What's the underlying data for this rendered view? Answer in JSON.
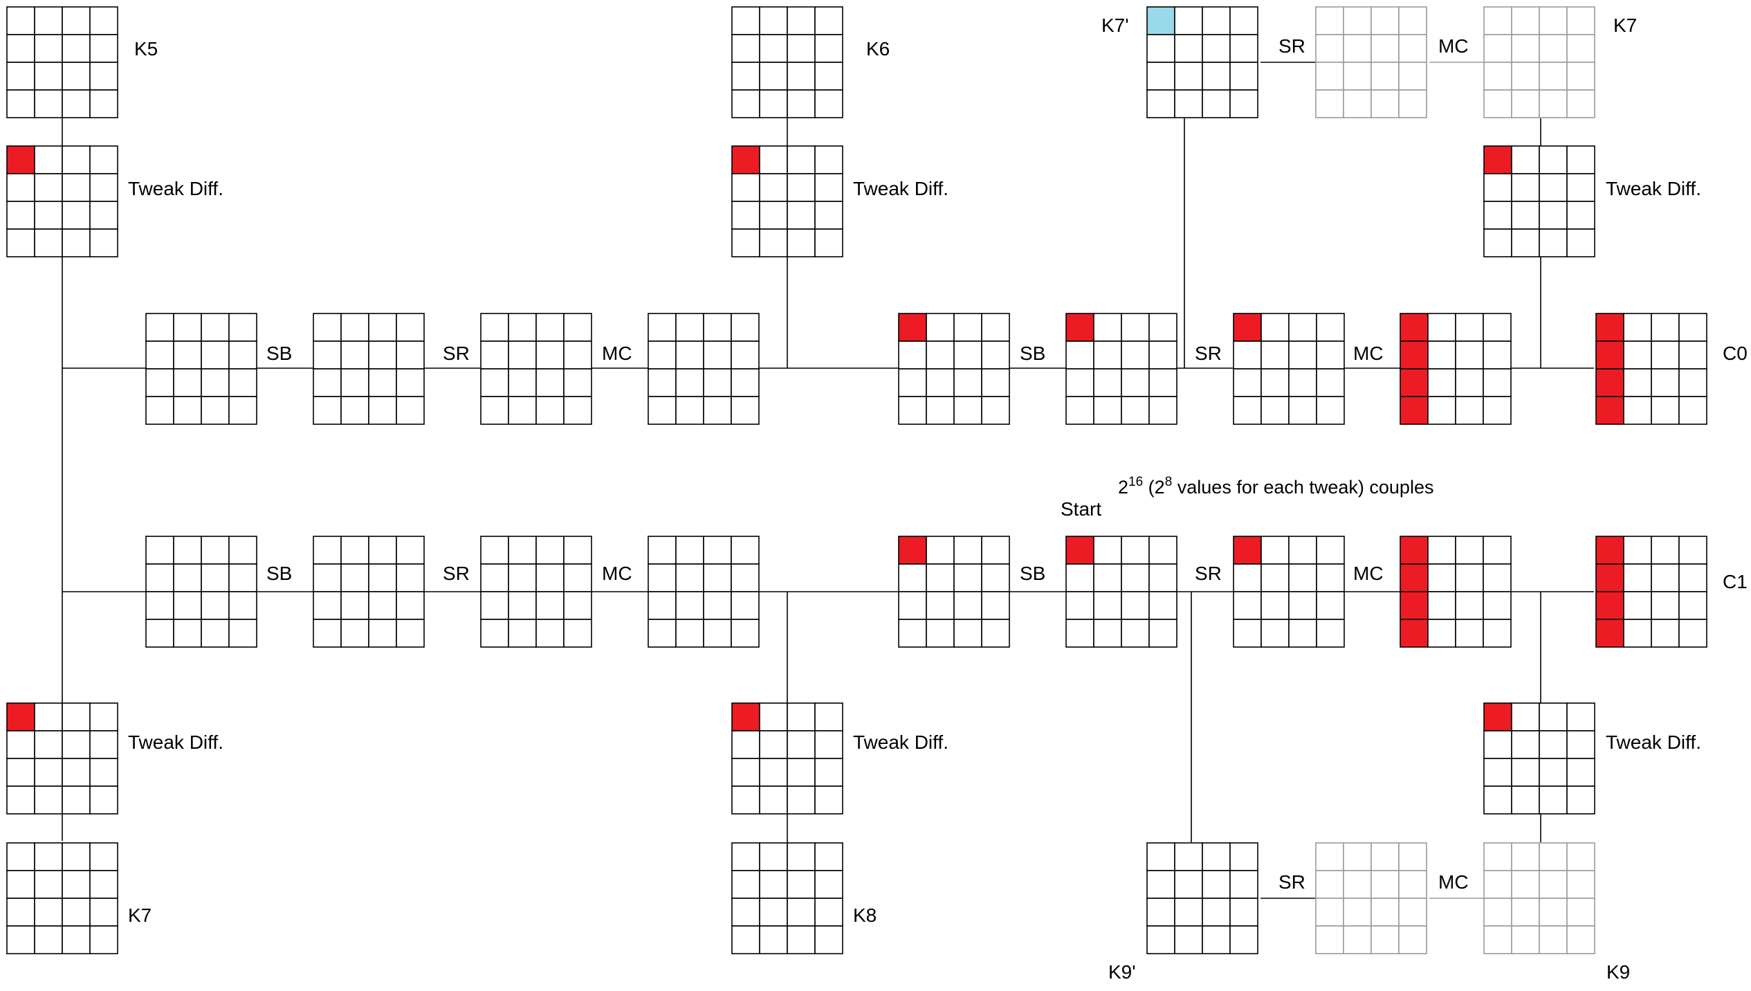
{
  "colors": {
    "active": "#ed1c24",
    "key_byte": "#99d9ea",
    "grid": "#000000",
    "faded_grid": "#9a9a9a",
    "background": "#ffffff"
  },
  "labels": {
    "k5": "K5",
    "k6": "K6",
    "k7_prime": "K7'",
    "k7_top": "K7",
    "k7_bottom": "K7",
    "k8": "K8",
    "k9_prime": "K9'",
    "k9": "K9",
    "tweak_diff": "Tweak Diff.",
    "sb": "SB",
    "sr": "SR",
    "mc": "MC",
    "c0": "C0",
    "c1": "C1",
    "start": "Start"
  },
  "annotation": {
    "base": "2",
    "exp1": "16",
    "mid": " (2",
    "exp2": "8",
    "tail": " values for each tweak) couples"
  },
  "grids": [
    {
      "id": "k5",
      "active": []
    },
    {
      "id": "tweak-diff-1",
      "active": [
        [
          0,
          0
        ]
      ]
    },
    {
      "id": "k6",
      "active": []
    },
    {
      "id": "tweak-diff-2",
      "active": [
        [
          0,
          0
        ]
      ]
    },
    {
      "id": "k7-prime",
      "active": [],
      "key_cells": [
        [
          0,
          0
        ]
      ]
    },
    {
      "id": "k7-prime-sr",
      "active": [],
      "faded": true
    },
    {
      "id": "k7-top",
      "active": [],
      "faded": true
    },
    {
      "id": "tweak-diff-3",
      "active": [
        [
          0,
          0
        ]
      ]
    },
    {
      "id": "top-s0",
      "active": []
    },
    {
      "id": "top-s1",
      "active": []
    },
    {
      "id": "top-s2",
      "active": []
    },
    {
      "id": "top-s3",
      "active": []
    },
    {
      "id": "top-s4",
      "active": [
        [
          0,
          0
        ]
      ]
    },
    {
      "id": "top-s5",
      "active": [
        [
          0,
          0
        ]
      ]
    },
    {
      "id": "top-s6",
      "active": [
        [
          0,
          0
        ]
      ]
    },
    {
      "id": "top-s7",
      "active": [
        [
          0,
          0
        ],
        [
          1,
          0
        ],
        [
          2,
          0
        ],
        [
          3,
          0
        ]
      ]
    },
    {
      "id": "top-c0",
      "active": [
        [
          0,
          0
        ],
        [
          1,
          0
        ],
        [
          2,
          0
        ],
        [
          3,
          0
        ]
      ]
    },
    {
      "id": "bot-s0",
      "active": []
    },
    {
      "id": "bot-s1",
      "active": []
    },
    {
      "id": "bot-s2",
      "active": []
    },
    {
      "id": "bot-s3",
      "active": []
    },
    {
      "id": "bot-s4",
      "active": [
        [
          0,
          0
        ]
      ]
    },
    {
      "id": "bot-s5",
      "active": [
        [
          0,
          0
        ]
      ]
    },
    {
      "id": "bot-s6",
      "active": [
        [
          0,
          0
        ]
      ]
    },
    {
      "id": "bot-s7",
      "active": [
        [
          0,
          0
        ],
        [
          1,
          0
        ],
        [
          2,
          0
        ],
        [
          3,
          0
        ]
      ]
    },
    {
      "id": "bot-c1",
      "active": [
        [
          0,
          0
        ],
        [
          1,
          0
        ],
        [
          2,
          0
        ],
        [
          3,
          0
        ]
      ]
    },
    {
      "id": "tweak-diff-4",
      "active": [
        [
          0,
          0
        ]
      ]
    },
    {
      "id": "tweak-diff-5",
      "active": [
        [
          0,
          0
        ]
      ]
    },
    {
      "id": "tweak-diff-6",
      "active": [
        [
          0,
          0
        ]
      ]
    },
    {
      "id": "k7-bottom",
      "active": []
    },
    {
      "id": "k8",
      "active": []
    },
    {
      "id": "k9-prime",
      "active": []
    },
    {
      "id": "k9-prime-sr",
      "active": [],
      "faded": true
    },
    {
      "id": "k9",
      "active": [],
      "faded": true
    }
  ]
}
